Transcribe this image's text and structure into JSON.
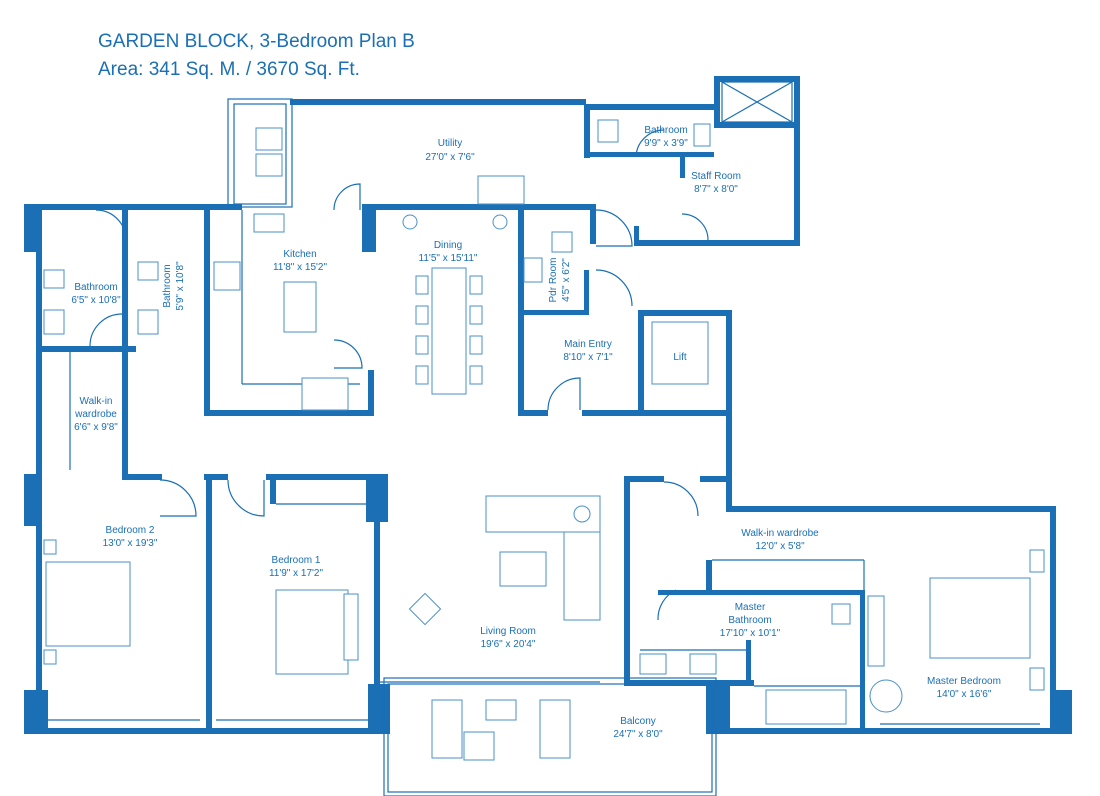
{
  "header": {
    "title": "GARDEN BLOCK, 3-Bedroom Plan B",
    "area": "Area:  341 Sq. M. / 3670 Sq. Ft."
  },
  "rooms": {
    "utility": {
      "name": "Utility",
      "dim": "27'0\" x 7'6\""
    },
    "bathroom_staff": {
      "name": "Bathroom",
      "dim": "9'9\" x 3'9\""
    },
    "staff_room": {
      "name": "Staff Room",
      "dim": "8'7\" x 8'0\""
    },
    "kitchen": {
      "name": "Kitchen",
      "dim": "11'8\" x 15'2\""
    },
    "dining": {
      "name": "Dining",
      "dim": "11'5\" x 15'11\""
    },
    "bathroom_left": {
      "name": "Bathroom",
      "dim": "6'5\" x 10'8\""
    },
    "bathroom_mid": {
      "name": "Bathroom",
      "dim": "5'9\" x 10'8\""
    },
    "pdr_room": {
      "name": "Pdr Room",
      "dim": "4'5\" x 6'2\""
    },
    "main_entry": {
      "name": "Main Entry",
      "dim": "8'10\" x 7'1\""
    },
    "lift": {
      "name": "Lift"
    },
    "walkin_left": {
      "name1": "Walk-in",
      "name2": "wardrobe",
      "dim": "6'6\" x 9'8\""
    },
    "bedroom2": {
      "name": "Bedroom 2",
      "dim": "13'0\" x 19'3\""
    },
    "bedroom1": {
      "name": "Bedroom 1",
      "dim": "11'9\" x 17'2\""
    },
    "living": {
      "name": "Living Room",
      "dim": "19'6\" x 20'4\""
    },
    "walkin_master": {
      "name": "Walk-in wardrobe",
      "dim": "12'0\" x 5'8\""
    },
    "master_bath": {
      "name1": "Master",
      "name2": "Bathroom",
      "dim": "17'10\" x 10'1\""
    },
    "master_bed": {
      "name": "Master Bedroom",
      "dim": "14'0\" x 16'6\""
    },
    "balcony": {
      "name": "Balcony",
      "dim": "24'7\" x 8'0\""
    }
  },
  "colors": {
    "wall": "#1a6fb5",
    "background": "#ffffff"
  }
}
